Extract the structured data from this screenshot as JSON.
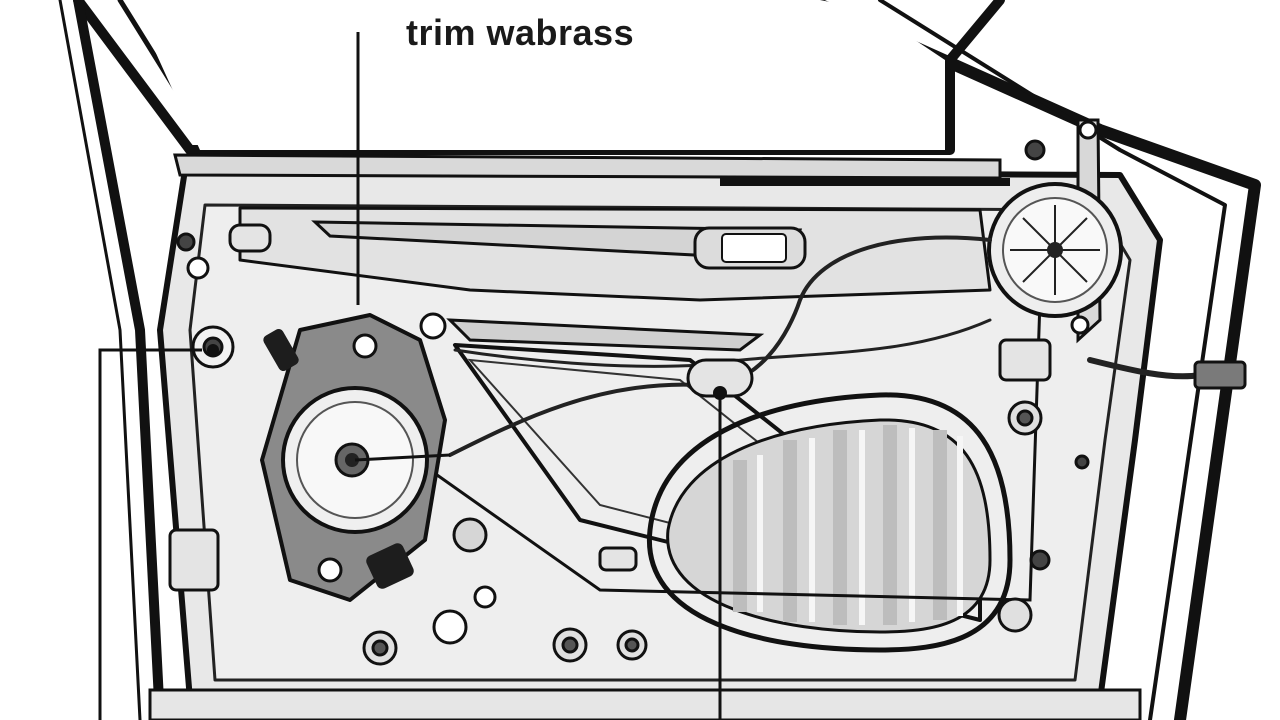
{
  "diagram": {
    "callout_label": "trim wabrass",
    "colors": {
      "outline": "#111111",
      "panel_fill": "#e6e6e6",
      "panel_light": "#f0f0f0",
      "speaker_body": "#8a8a8a",
      "glass": "#ffffff"
    },
    "icons": [
      "door-panel",
      "speaker",
      "tweeter",
      "door-handle",
      "wire-connector",
      "screw"
    ]
  }
}
